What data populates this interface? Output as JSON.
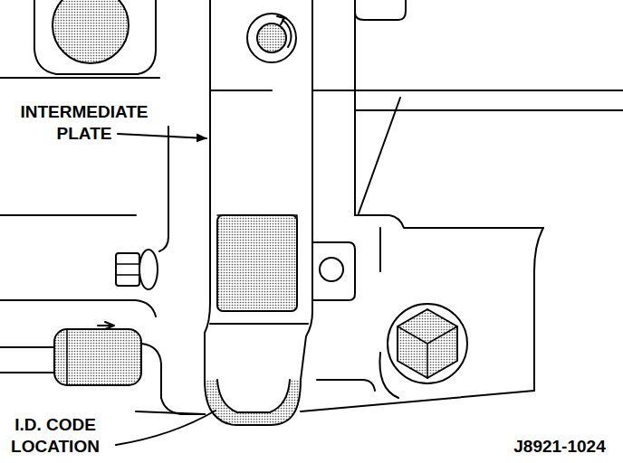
{
  "diagram": {
    "labels": [
      "INTERMEDIATE PLATE",
      "I.D. CODE LOCATION",
      "J8921-1024"
    ]
  }
}
